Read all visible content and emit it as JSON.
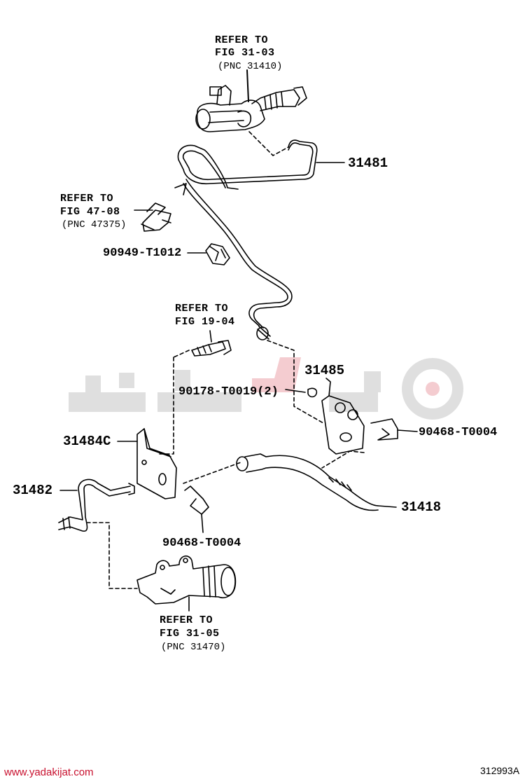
{
  "watermark": {
    "site": "www.yadakijat.com",
    "color": "#c8102e",
    "logo_color": "#d8d8d8",
    "logo_accent": "#f3c7cc"
  },
  "figure_id": "312993A",
  "refs": {
    "top": {
      "l1": "REFER TO",
      "l2": "FIG 31-03",
      "l3": "(PNC 31410)"
    },
    "left": {
      "l1": "REFER TO",
      "l2": "FIG 47-08",
      "l3": "(PNC 47375)"
    },
    "mid": {
      "l1": "REFER TO",
      "l2": "FIG 19-04"
    },
    "bottom": {
      "l1": "REFER TO",
      "l2": "FIG 31-05",
      "l3": "(PNC 31470)"
    }
  },
  "parts": {
    "p31481": "31481",
    "p90949": "90949-T1012",
    "p31485": "31485",
    "p90178": "90178-T0019(2)",
    "p90468a": "90468-T0004",
    "p31484c": "31484C",
    "p31482": "31482",
    "p31418": "31418",
    "p90468b": "90468-T0004"
  }
}
